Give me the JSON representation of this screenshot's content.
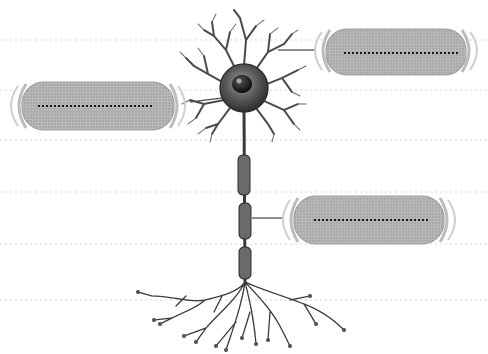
{
  "diagram": {
    "subject": "neuron",
    "style": "grayscale worksheet",
    "label_boxes": [
      {
        "id": "box-right-top",
        "text": ""
      },
      {
        "id": "box-left",
        "text": ""
      },
      {
        "id": "box-right-middle",
        "text": ""
      }
    ]
  }
}
